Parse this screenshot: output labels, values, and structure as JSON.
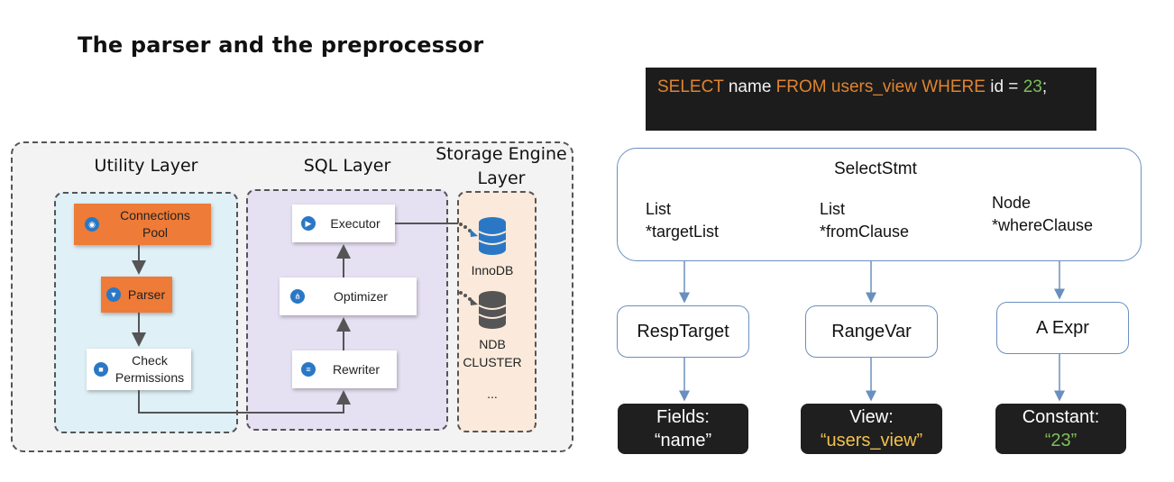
{
  "title": "The parser and the preprocessor",
  "colors": {
    "keyword": "#e0842f",
    "number": "#7fbf5a",
    "highlight_yellow": "#f2c14e",
    "orange_node": "#ee7b37",
    "utility_bg": "#dff0f7",
    "sql_bg": "#e6e0f3",
    "storage_bg": "#fbeadb",
    "box_border": "#6a8fbf"
  },
  "architecture": {
    "utility_layer": {
      "label": "Utility Layer",
      "nodes": [
        {
          "label_line1": "Connections",
          "label_line2": "Pool",
          "icon": "connection-icon"
        },
        {
          "label": "Parser",
          "icon": "funnel-icon"
        },
        {
          "label_line1": "Check",
          "label_line2": "Permissions",
          "icon": "lock-icon"
        }
      ]
    },
    "sql_layer": {
      "label": "SQL Layer",
      "nodes": [
        {
          "label": "Executor",
          "icon": "play-icon"
        },
        {
          "label": "Optimizer",
          "icon": "hierarchy-icon"
        },
        {
          "label": "Rewriter",
          "icon": "rewrite-icon"
        }
      ]
    },
    "storage_layer": {
      "label_line1": "Storage Engine",
      "label_line2": "Layer",
      "engines": [
        {
          "label": "InnoDB",
          "icon": "database-icon"
        },
        {
          "label_line1": "NDB",
          "label_line2": "CLUSTER",
          "icon": "database-icon"
        }
      ],
      "more": "..."
    }
  },
  "query": {
    "kw_select": "SELECT",
    "col": " name ",
    "kw_from": "FROM",
    "table": " users_view ",
    "kw_where": "WHERE",
    "cond": " id = ",
    "value": "23",
    "semi": ";"
  },
  "ast": {
    "root": "SelectStmt",
    "fields": [
      {
        "type": "List",
        "name": "*targetList"
      },
      {
        "type": "List",
        "name": "*fromClause"
      },
      {
        "type": "Node",
        "name": "*whereClause"
      }
    ],
    "children": [
      "RespTarget",
      "RangeVar",
      "A Expr"
    ],
    "leaves": [
      {
        "label": "Fields:",
        "value": "“name”"
      },
      {
        "label": "View:",
        "value": "“users_view”"
      },
      {
        "label": "Constant:",
        "value": "“23”"
      }
    ]
  }
}
